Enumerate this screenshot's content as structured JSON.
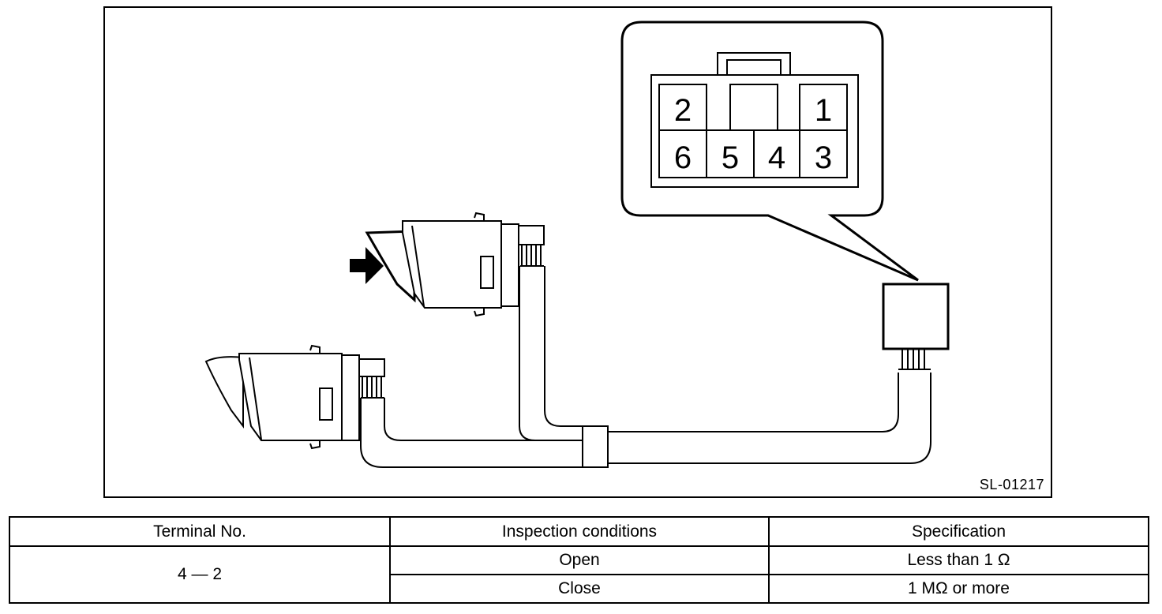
{
  "figure": {
    "id_label": "SL-01217",
    "connector_pins": {
      "top_left": "2",
      "top_right": "1",
      "bottom": [
        "6",
        "5",
        "4",
        "3"
      ]
    }
  },
  "table": {
    "headers": [
      "Terminal No.",
      "Inspection conditions",
      "Specification"
    ],
    "terminal": "4 — 2",
    "rows": [
      {
        "condition": "Open",
        "specification": "Less than 1 Ω"
      },
      {
        "condition": "Close",
        "specification": "1 MΩ or more"
      }
    ]
  }
}
